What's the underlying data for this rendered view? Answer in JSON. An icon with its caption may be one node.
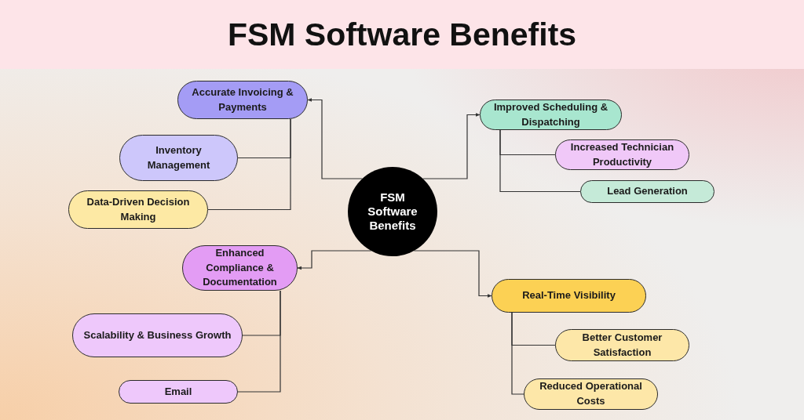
{
  "diagram": {
    "title": "FSM Software Benefits",
    "nodes": [
      {
        "text": [
          "FSM Software Benefits"
        ]
      },
      {
        "text": [
          "Accurate Invoicing & Payments"
        ]
      },
      {
        "text": [
          "Inventory Management"
        ]
      },
      {
        "text": [
          "Data-Driven Decision Making"
        ]
      },
      {
        "text": [
          "Improved Scheduling & Dispatching"
        ]
      },
      {
        "text": [
          "Increased Technician Productivity"
        ]
      },
      {
        "text": [
          "Lead Generation"
        ]
      },
      {
        "text": [
          "Enhanced Compliance & Documentation"
        ]
      },
      {
        "text": [
          "Scalability & Business Growth"
        ]
      },
      {
        "text": [
          "Email"
        ]
      },
      {
        "text": [
          "Real-Time Visibility"
        ]
      },
      {
        "text": [
          "Better Customer Satisfaction"
        ]
      },
      {
        "text": [
          "Reduced Operational Costs"
        ]
      }
    ],
    "edges": [
      {
        "from": 0,
        "to": 1,
        "arrow": "to"
      },
      {
        "from": 1,
        "to": 2,
        "arrow": "none"
      },
      {
        "from": 1,
        "to": 3,
        "arrow": "none"
      },
      {
        "from": 0,
        "to": 4,
        "arrow": "to"
      },
      {
        "from": 4,
        "to": 5,
        "arrow": "none"
      },
      {
        "from": 4,
        "to": 6,
        "arrow": "none"
      },
      {
        "from": 0,
        "to": 7,
        "arrow": "to"
      },
      {
        "from": 7,
        "to": 8,
        "arrow": "none"
      },
      {
        "from": 7,
        "to": 9,
        "arrow": "none"
      },
      {
        "from": 0,
        "to": 10,
        "arrow": "to"
      },
      {
        "from": 10,
        "to": 11,
        "arrow": "none"
      },
      {
        "from": 10,
        "to": 12,
        "arrow": "none"
      }
    ]
  }
}
